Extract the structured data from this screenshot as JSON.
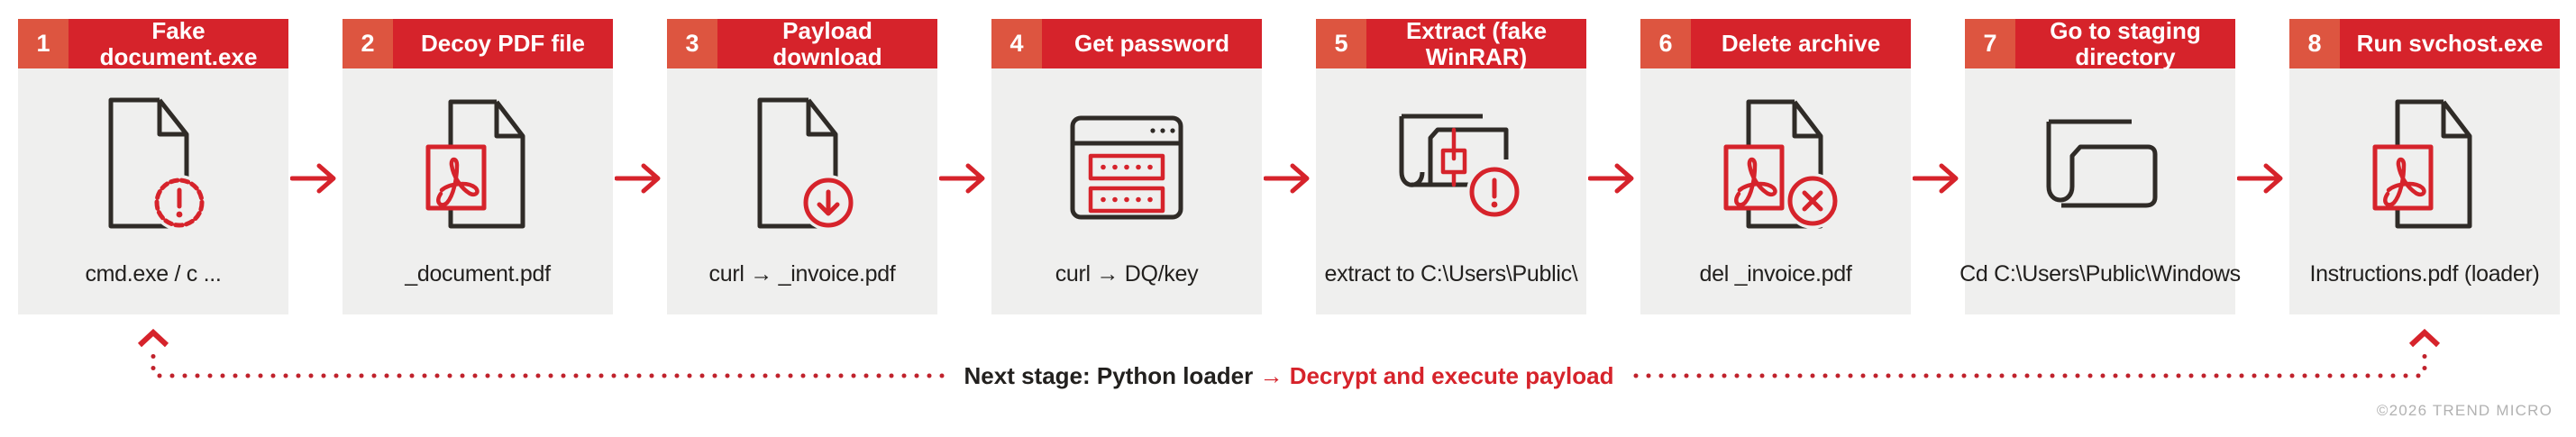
{
  "colors": {
    "header_red": "#d6232b",
    "number_box_orange": "#dd5540",
    "card_body_gray": "#efefee",
    "icon_black": "#2f2b27",
    "accent_red": "#d6232b",
    "dotted_line_red": "#c0222c",
    "caption_text": "#22201e",
    "copyright_gray": "#b2b2b2",
    "page_background": "#ffffff"
  },
  "steps": [
    {
      "number": "1",
      "title": "Fake document.exe",
      "icon": "document-alert-icon",
      "caption": "cmd.exe / c ..."
    },
    {
      "number": "2",
      "title": "Decoy PDF file",
      "icon": "pdf-file-icon",
      "caption": "_document.pdf"
    },
    {
      "number": "3",
      "title": "Payload download",
      "icon": "document-download-icon",
      "caption": "curl → _invoice.pdf"
    },
    {
      "number": "4",
      "title": "Get password",
      "icon": "browser-password-icon",
      "caption": "curl → DQ/key"
    },
    {
      "number": "5",
      "title": "Extract (fake WinRAR)",
      "icon": "archive-extract-icon",
      "caption": "extract to C:\\Users\\Public\\"
    },
    {
      "number": "6",
      "title": "Delete archive",
      "icon": "pdf-delete-icon",
      "caption": "del _invoice.pdf"
    },
    {
      "number": "7",
      "title": "Go to staging directory",
      "icon": "folder-icon",
      "caption": "Cd C:\\Users\\Public\\Windows"
    },
    {
      "number": "8",
      "title": "Run svchost.exe",
      "icon": "pdf-loader-icon",
      "caption": "Instructions.pdf (loader)"
    }
  ],
  "next_stage": {
    "label_black": "Next stage: Python loader",
    "label_red": "→ Decrypt and execute payload"
  },
  "copyright": "©2026 TREND MICRO"
}
